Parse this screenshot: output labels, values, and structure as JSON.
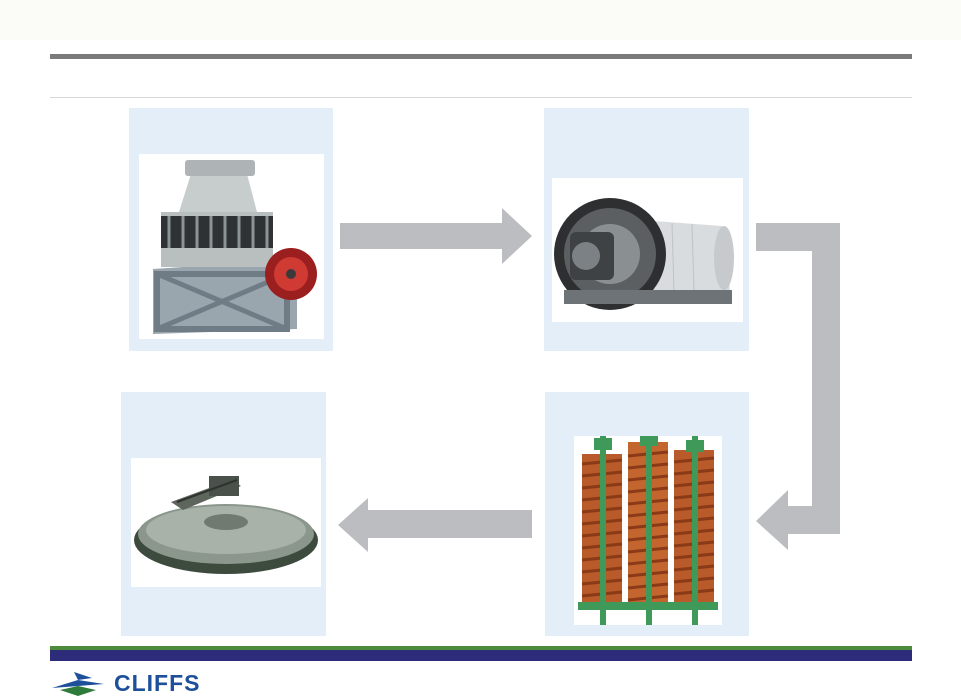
{
  "slide": {
    "background": "#ffffff",
    "panel_color": "#e3eef9",
    "arrow_color": "#bcbdc0"
  },
  "stages": [
    {
      "id": "cone-crusher",
      "image": "cone-crusher-photo"
    },
    {
      "id": "ball-mill",
      "image": "ball-mill-photo"
    },
    {
      "id": "spiral-concentrator",
      "image": "spiral-concentrator-photo"
    },
    {
      "id": "thickener",
      "image": "thickener-photo"
    }
  ],
  "footer": {
    "logo_text": "CLIFFS",
    "logo_color": "#1d4f9a",
    "stripe_colors": [
      "#4d8a3a",
      "#2c2c7a"
    ]
  }
}
